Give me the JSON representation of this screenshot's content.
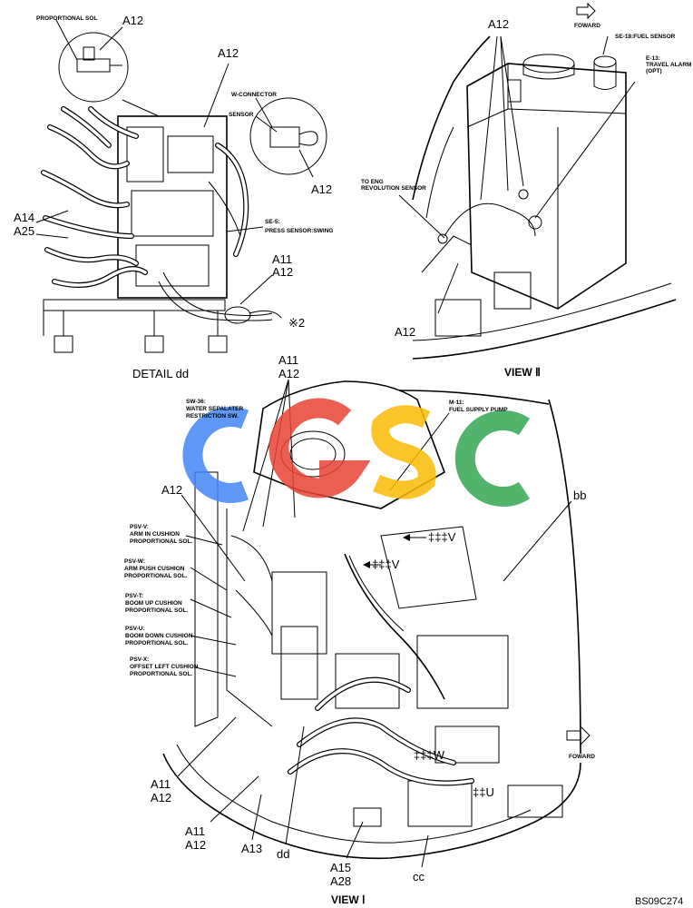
{
  "detail_dd": {
    "title": "DETAIL dd",
    "proportional_sol": "PROPORTIONAL SOL",
    "w_connector": "W-CONNECTOR",
    "sensor": "SENSOR",
    "se5_line1": "SE-5:",
    "se5_line2": "PRESS SENSOR:SWING",
    "a12_top": "A12",
    "a12_upper": "A12",
    "a12_sensor": "A12",
    "a14": "A14",
    "a25": "A25",
    "a11": "A11",
    "a12_mid": "A12",
    "mark2": "※2"
  },
  "view_ii": {
    "title": "VIEW Ⅱ",
    "foward": "FOWARD",
    "a12_top": "A12",
    "a12_bottom": "A12",
    "se18": "SE-18:FUEL SENSOR",
    "e13_line1": "E-13:",
    "e13_line2": "TRAVEL ALARM",
    "e13_line3": "(OPT)",
    "eng_line1": "TO ENG",
    "eng_line2": "REVOLUTION SENSOR"
  },
  "view_i": {
    "title": "VIEW Ⅰ",
    "a11_top": "A11",
    "a12_top": "A12",
    "sw36_line1": "SW-36:",
    "sw36_line2": "WATER SEPALATER",
    "sw36_line3": "RESTRICTION SW.",
    "m11_line1": "M-11:",
    "m11_line2": "FUEL SUPPLY PUMP",
    "a12_left": "A12",
    "psv_v_1": "PSV-V:",
    "psv_v_2": "ARM IN CUSHION",
    "psv_v_3": "PROPORTIONAL SOL.",
    "psv_w_1": "PSV-W:",
    "psv_w_2": "ARM PUSH CUSHION",
    "psv_w_3": "PROPORTIONAL SOL.",
    "psv_t_1": "PSV-T:",
    "psv_t_2": "BOOM UP CUSHION",
    "psv_t_3": "PROPORTIONAL SOL.",
    "psv_u_1": "PSV-U:",
    "psv_u_2": "BOOM DOWN CUSHION",
    "psv_u_3": "PROPORTIONAL SOL.",
    "psv_x_1": "PSV-X:",
    "psv_x_2": "OFFSET LEFT CUSHION",
    "psv_x_3": "PROPORTIONAL SOL.",
    "view_v_1": "‡‡‡V",
    "view_v_2": "‡‡‡V",
    "view_w": "‡‡‡W",
    "view_u": "‡‡U",
    "bb": "bb",
    "a11_l1": "A11",
    "a12_l1": "A12",
    "a11_l2": "A11",
    "a12_l2": "A12",
    "a13": "A13",
    "dd": "dd",
    "a15": "A15",
    "a28": "A28",
    "cc": "cc",
    "foward": "FOWARD"
  },
  "watermark": {
    "text": "CGSC",
    "colors": [
      "#4285F4",
      "#EA4335",
      "#FBBC05",
      "#34A853"
    ]
  },
  "code": "BS09C274"
}
